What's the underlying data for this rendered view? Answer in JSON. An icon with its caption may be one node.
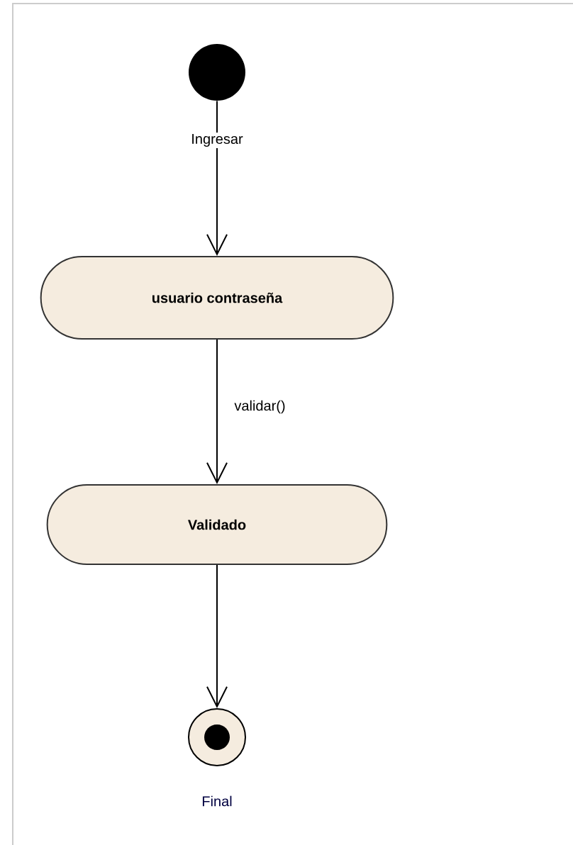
{
  "diagram": {
    "nodes": [
      {
        "text": [],
        "shape": "circle"
      },
      {
        "text": [
          "usuario contraseña"
        ]
      },
      {
        "text": [
          "Validado"
        ]
      },
      {
        "text": [],
        "shape": "circle",
        "beside": [
          "Final"
        ]
      }
    ],
    "edges": [
      {
        "from": 0,
        "to": 1,
        "arrow": "to",
        "label": "Ingresar"
      },
      {
        "from": 1,
        "to": 2,
        "arrow": "to",
        "label": "validar()"
      },
      {
        "from": 2,
        "to": 3,
        "arrow": "to"
      }
    ]
  }
}
